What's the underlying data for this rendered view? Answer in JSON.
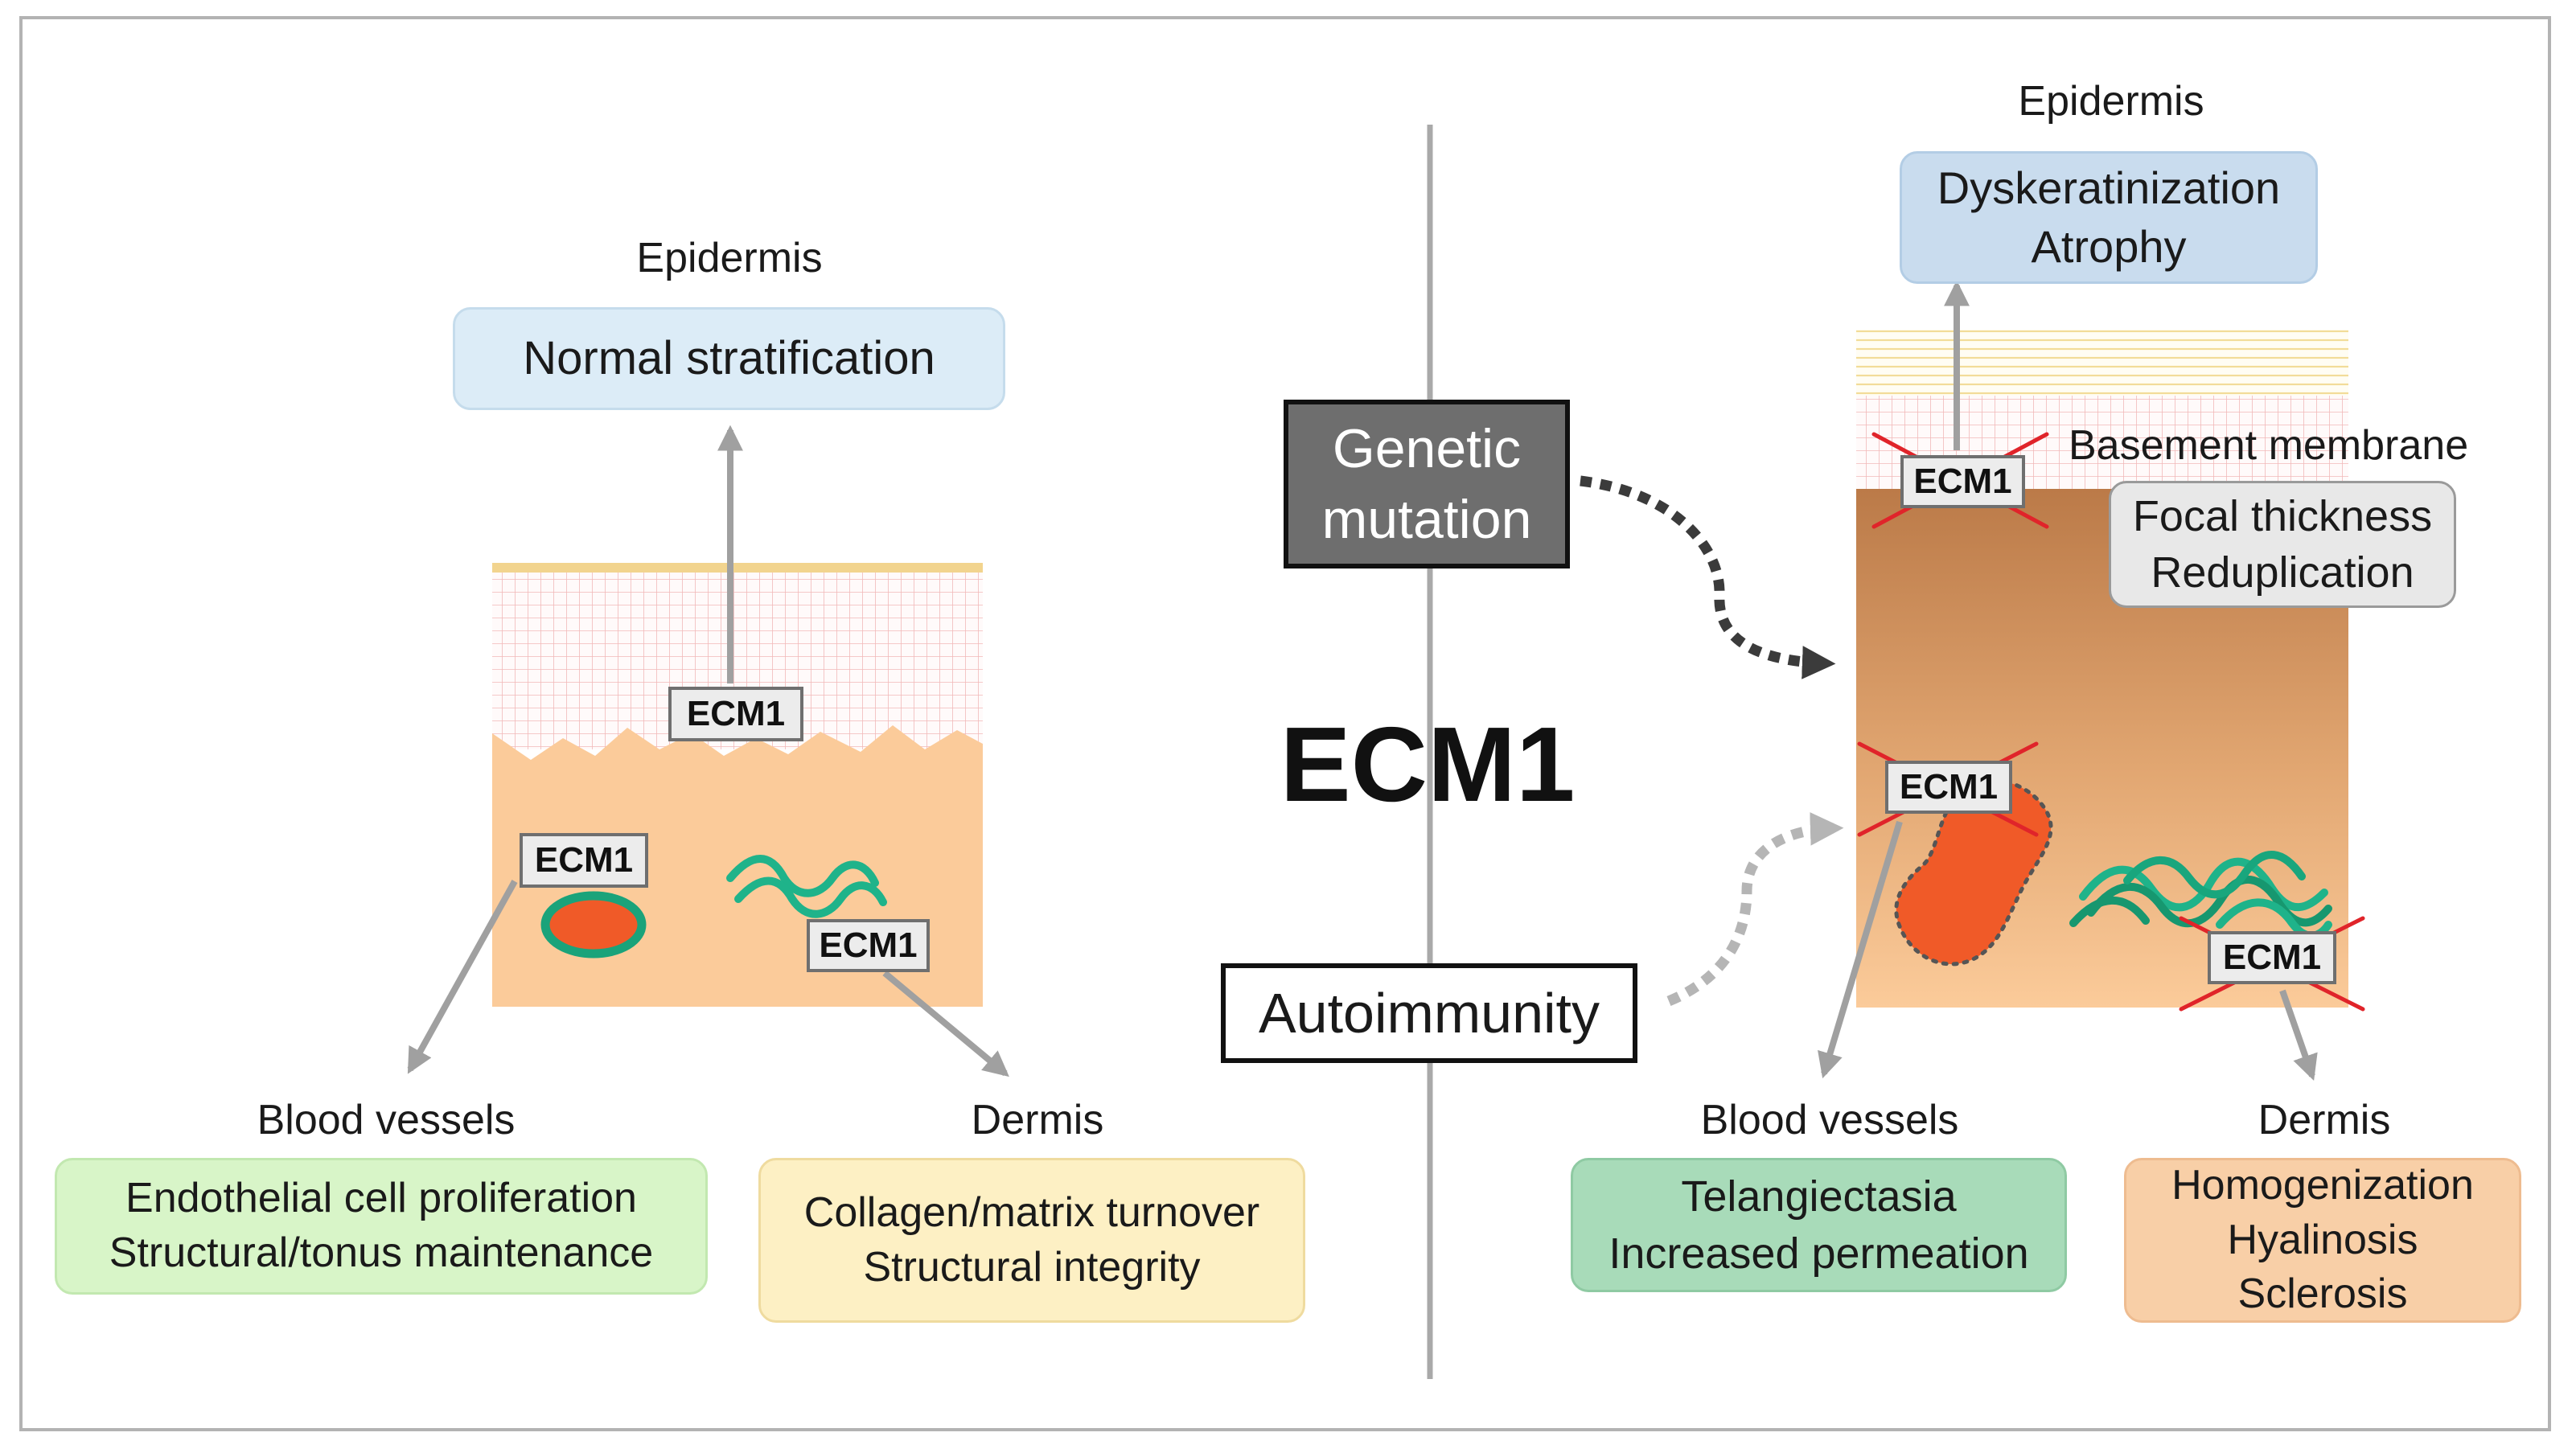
{
  "center": {
    "title": "ECM1",
    "genetic_mutation": [
      "Genetic",
      "mutation"
    ],
    "autoimmunity": "Autoimmunity"
  },
  "normal": {
    "epidermis_label": "Epidermis",
    "epidermis_box": "Normal stratification",
    "ecm1_tags": [
      "ECM1",
      "ECM1",
      "ECM1"
    ],
    "blood_vessels_label": "Blood vessels",
    "blood_vessels_box": [
      "Endothelial  cell proliferation",
      "Structural/tonus  maintenance"
    ],
    "dermis_label": "Dermis",
    "dermis_box": [
      "Collagen/matrix  turnover",
      "Structural  integrity"
    ]
  },
  "disease": {
    "epidermis_label": "Epidermis",
    "epidermis_box": [
      "Dyskeratinization",
      "Atrophy"
    ],
    "basement_membrane_label": "Basement membrane",
    "basement_membrane_box": [
      "Focal thickness",
      "Reduplication"
    ],
    "ecm1_tags": [
      "ECM1",
      "ECM1",
      "ECM1"
    ],
    "blood_vessels_label": "Blood vessels",
    "blood_vessels_box": [
      "Telangiectasia",
      "Increased permeation"
    ],
    "dermis_label": "Dermis",
    "dermis_box": [
      "Homogenization",
      "Hyalinosis",
      "Sclerosis"
    ]
  },
  "colors": {
    "epidermis_normal": "#dcecf7",
    "epidermis_disease": "#c9dcee",
    "blood_normal": "#d8f5c8",
    "dermis_normal": "#fdf0c4",
    "blood_disease": "#a8dbb9",
    "dermis_disease": "#f8cfa7",
    "dermal_tissue": "#fbcb9a",
    "vessel_fill": "#f05a28",
    "vessel_ring": "#1aa37a",
    "collagen": "#1fb38a",
    "cross": "#e0242a",
    "genetic_box": "#6e6e6e"
  }
}
